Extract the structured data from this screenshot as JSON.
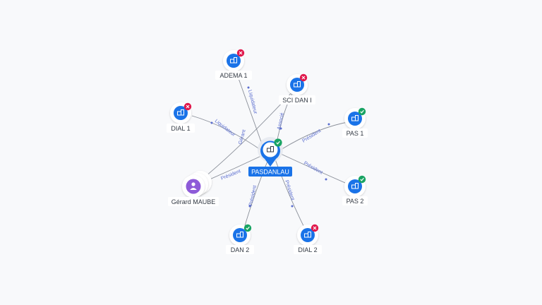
{
  "center": {
    "label": "PASDANLAU",
    "icon": "company-icon",
    "status": "active",
    "colors": {
      "fill": "#1a73e8",
      "badge_ok": "#19a463"
    }
  },
  "companies": [
    {
      "id": "adema1",
      "label": "ADEMA 1",
      "status": "closed",
      "icon": "company-icon"
    },
    {
      "id": "scidani",
      "label": "SCI DAN I",
      "status": "closed",
      "icon": "company-icon"
    },
    {
      "id": "dial1",
      "label": "DIAL 1",
      "status": "closed",
      "icon": "company-icon"
    },
    {
      "id": "pas1",
      "label": "PAS 1",
      "status": "active",
      "icon": "company-icon"
    },
    {
      "id": "pas2",
      "label": "PAS 2",
      "status": "active",
      "icon": "company-icon"
    },
    {
      "id": "dan2",
      "label": "DAN 2",
      "status": "active",
      "icon": "company-icon"
    },
    {
      "id": "dial2",
      "label": "DIAL 2",
      "status": "closed",
      "icon": "company-icon"
    }
  ],
  "person": {
    "label": "Gérard MAUBE",
    "icon": "person-icon",
    "color": "#8e5bd8"
  },
  "edge_labels": {
    "adema1": "Liquidateur",
    "scidani": "Associé",
    "dial1": "Liquidateur",
    "pas1": "Président",
    "pas2": "Président",
    "dan2": "Président",
    "dial2": "Président",
    "person_gerant": "Gérant",
    "person_president": "Président"
  },
  "colors": {
    "company": "#1a73e8",
    "ok_badge": "#19a463",
    "closed_badge": "#e0194c",
    "edge": "#8a8f99",
    "edge_label": "#5a6dcf"
  }
}
